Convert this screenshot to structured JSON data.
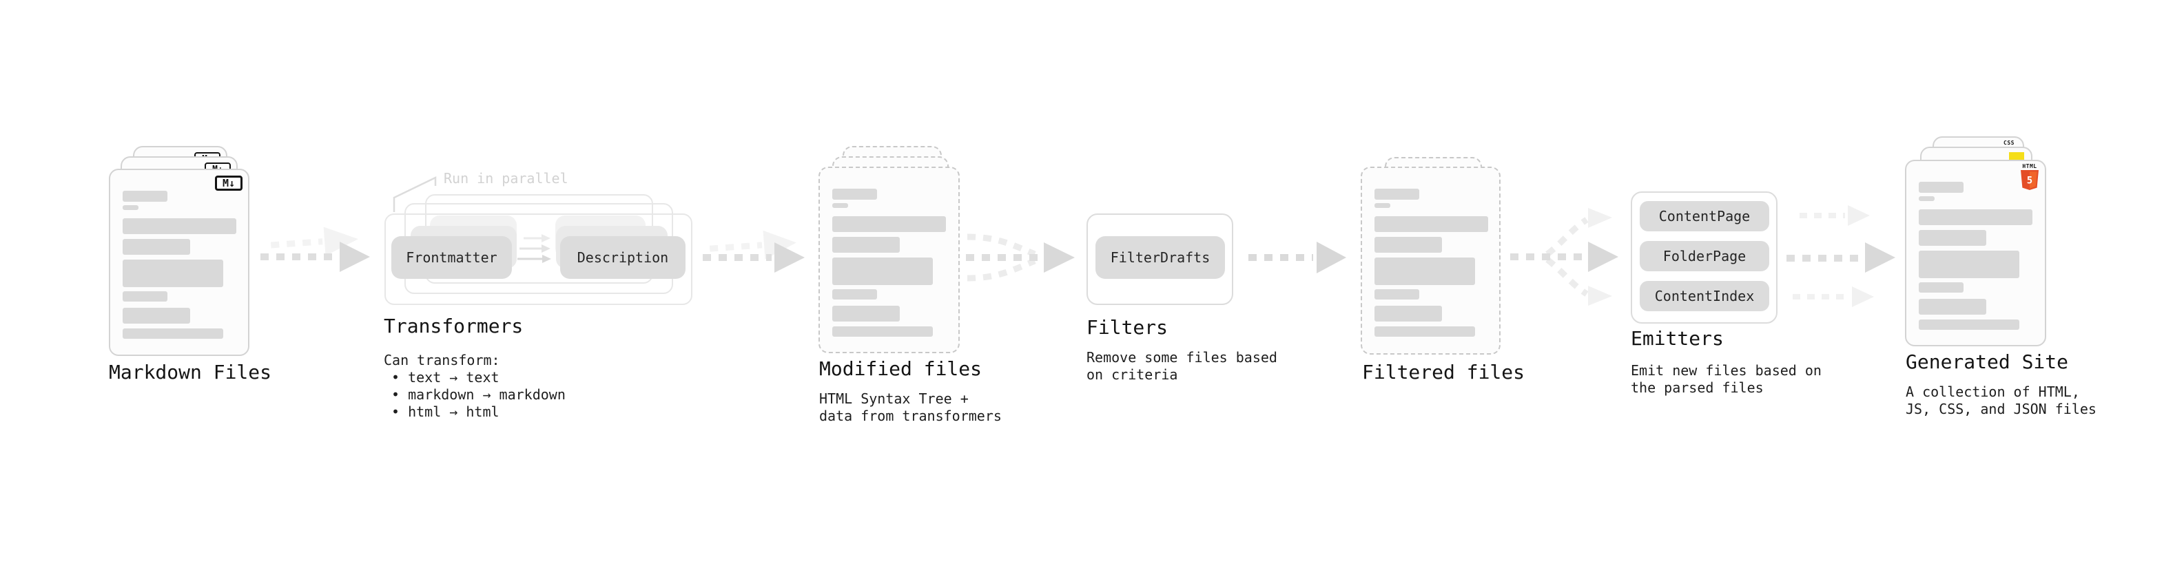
{
  "stages": {
    "markdown": {
      "label": "Markdown Files"
    },
    "transformers": {
      "label": "Transformers",
      "annotation": "Run in parallel",
      "desc_title": "Can transform:",
      "bullets": [
        "• text → text",
        "• markdown → markdown",
        "• html → html"
      ],
      "pill_left": "Frontmatter",
      "pill_right": "Description"
    },
    "modified": {
      "label": "Modified files",
      "desc_line1": "HTML Syntax Tree +",
      "desc_line2": "data from transformers"
    },
    "filters": {
      "label": "Filters",
      "desc_line1": "Remove some files based",
      "desc_line2": "on criteria",
      "pill": "FilterDrafts"
    },
    "filtered": {
      "label": "Filtered files"
    },
    "emitters": {
      "label": "Emitters",
      "desc_line1": "Emit new files based on",
      "desc_line2": "the parsed files",
      "pills": [
        "ContentPage",
        "FolderPage",
        "ContentIndex"
      ]
    },
    "generated": {
      "label": "Generated Site",
      "desc_line1": "A collection of HTML,",
      "desc_line2": "JS, CSS, and JSON files"
    }
  },
  "icons": {
    "markdown_badge": "M↓",
    "html5_label": "HTML",
    "html5_number": "5",
    "css_label": "CSS"
  },
  "colors": {
    "html5_orange": "#e44d26",
    "js_yellow": "#f5de19",
    "css_blue": "#2b5ce5",
    "pill_gray": "#dcdcdc",
    "arrow_gray": "#d9d9d9",
    "arrow_faint": "#f1f1f1"
  }
}
